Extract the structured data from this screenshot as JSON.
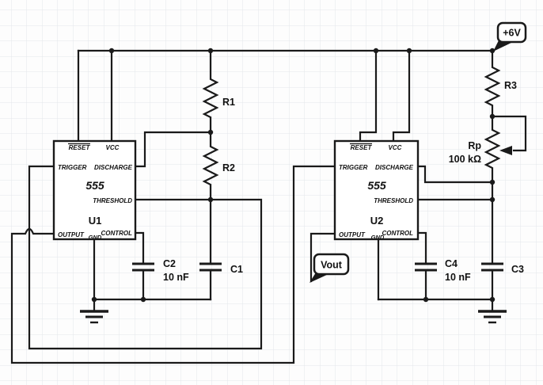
{
  "labels": {
    "power": "+6V",
    "vout": "Vout"
  },
  "ics": [
    {
      "ref": "U1",
      "part": "555",
      "pins": {
        "reset": "RESET",
        "vcc": "VCC",
        "trigger": "TRIGGER",
        "discharge": "DISCHARGE",
        "threshold": "THRESHOLD",
        "output": "OUTPUT",
        "gnd": "GND",
        "control": "CONTROL"
      }
    },
    {
      "ref": "U2",
      "part": "555",
      "pins": {
        "reset": "RESET",
        "vcc": "VCC",
        "trigger": "TRIGGER",
        "discharge": "DISCHARGE",
        "threshold": "THRESHOLD",
        "output": "OUTPUT",
        "gnd": "GND",
        "control": "CONTROL"
      }
    }
  ],
  "components": {
    "r1": {
      "label": "R1"
    },
    "r2": {
      "label": "R2"
    },
    "r3": {
      "label": "R3"
    },
    "rp": {
      "label": "Rp",
      "value": "100 kΩ"
    },
    "c1": {
      "label": "C1"
    },
    "c2": {
      "label": "C2",
      "value": "10 nF"
    },
    "c3": {
      "label": "C3"
    },
    "c4": {
      "label": "C4",
      "value": "10 nF"
    }
  },
  "colors": {
    "wire": "#1a1a1a",
    "grid": "#e4e7ea",
    "canvas": "#fdfdfd",
    "component_fill": "#ffffff"
  }
}
